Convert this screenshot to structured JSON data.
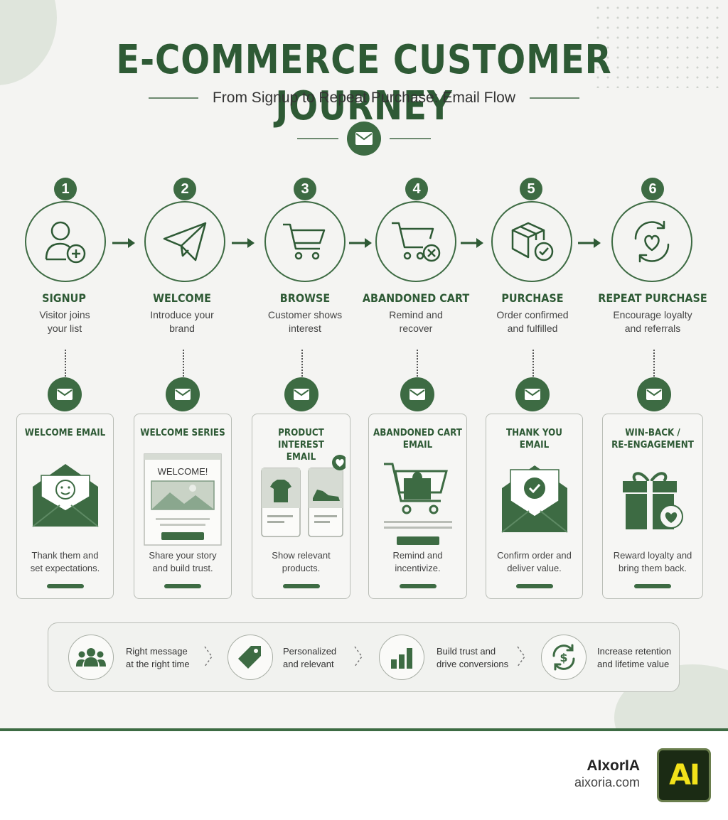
{
  "header": {
    "title": "E-COMMERCE CUSTOMER JOURNEY",
    "subtitle": "From Signup to Repeat Purchase: Email Flow",
    "icon": "envelope-icon"
  },
  "colors": {
    "primary": "#3d6b43",
    "title": "#2e5a35",
    "background": "#f4f4f2",
    "logo_text": "#f3e21a"
  },
  "steps": [
    {
      "number": "1",
      "title": "SIGNUP",
      "desc1": "Visitor joins",
      "desc2": "your list",
      "icon": "user-plus-icon"
    },
    {
      "number": "2",
      "title": "WELCOME",
      "desc1": "Introduce your",
      "desc2": "brand",
      "icon": "paper-plane-icon"
    },
    {
      "number": "3",
      "title": "BROWSE",
      "desc1": "Customer shows",
      "desc2": "interest",
      "icon": "shopping-cart-icon"
    },
    {
      "number": "4",
      "title": "ABANDONED CART",
      "desc1": "Remind and",
      "desc2": "recover",
      "icon": "cart-x-icon"
    },
    {
      "number": "5",
      "title": "PURCHASE",
      "desc1": "Order confirmed",
      "desc2": "and fulfilled",
      "icon": "box-check-icon"
    },
    {
      "number": "6",
      "title": "REPEAT PURCHASE",
      "desc1": "Encourage loyalty",
      "desc2": "and referrals",
      "icon": "heart-cycle-icon"
    }
  ],
  "cards": [
    {
      "title1": "WELCOME EMAIL",
      "title2": "",
      "desc1": "Thank them and",
      "desc2": "set expectations.",
      "icon": "smiley-envelope-icon"
    },
    {
      "title1": "WELCOME SERIES",
      "title2": "",
      "banner": "WELCOME!",
      "desc1": "Share your story",
      "desc2": "and build trust.",
      "icon": "newsletter-icon"
    },
    {
      "title1": "PRODUCT INTEREST",
      "title2": "EMAIL",
      "desc1": "Show relevant",
      "desc2": "products.",
      "icon": "product-cards-icon"
    },
    {
      "title1": "ABANDONED CART",
      "title2": "EMAIL",
      "desc1": "Remind and",
      "desc2": "incentivize.",
      "icon": "filled-cart-icon"
    },
    {
      "title1": "THANK YOU EMAIL",
      "title2": "",
      "desc1": "Confirm order and",
      "desc2": "deliver value.",
      "icon": "check-envelope-icon"
    },
    {
      "title1": "WIN-BACK /",
      "title2": "RE-ENGAGEMENT",
      "desc1": "Reward loyalty and",
      "desc2": "bring them back.",
      "icon": "gift-heart-icon"
    }
  ],
  "benefits": [
    {
      "line1": "Right message",
      "line2": "at the right time",
      "icon": "people-icon"
    },
    {
      "line1": "Personalized",
      "line2": "and relevant",
      "icon": "tag-icon"
    },
    {
      "line1": "Build trust and",
      "line2": "drive conversions",
      "icon": "bar-chart-icon"
    },
    {
      "line1": "Increase retention",
      "line2": "and lifetime value",
      "icon": "dollar-cycle-icon"
    }
  ],
  "footer": {
    "brand": "AIxorIA",
    "url": "aixoria.com",
    "logo_text": "AI"
  }
}
